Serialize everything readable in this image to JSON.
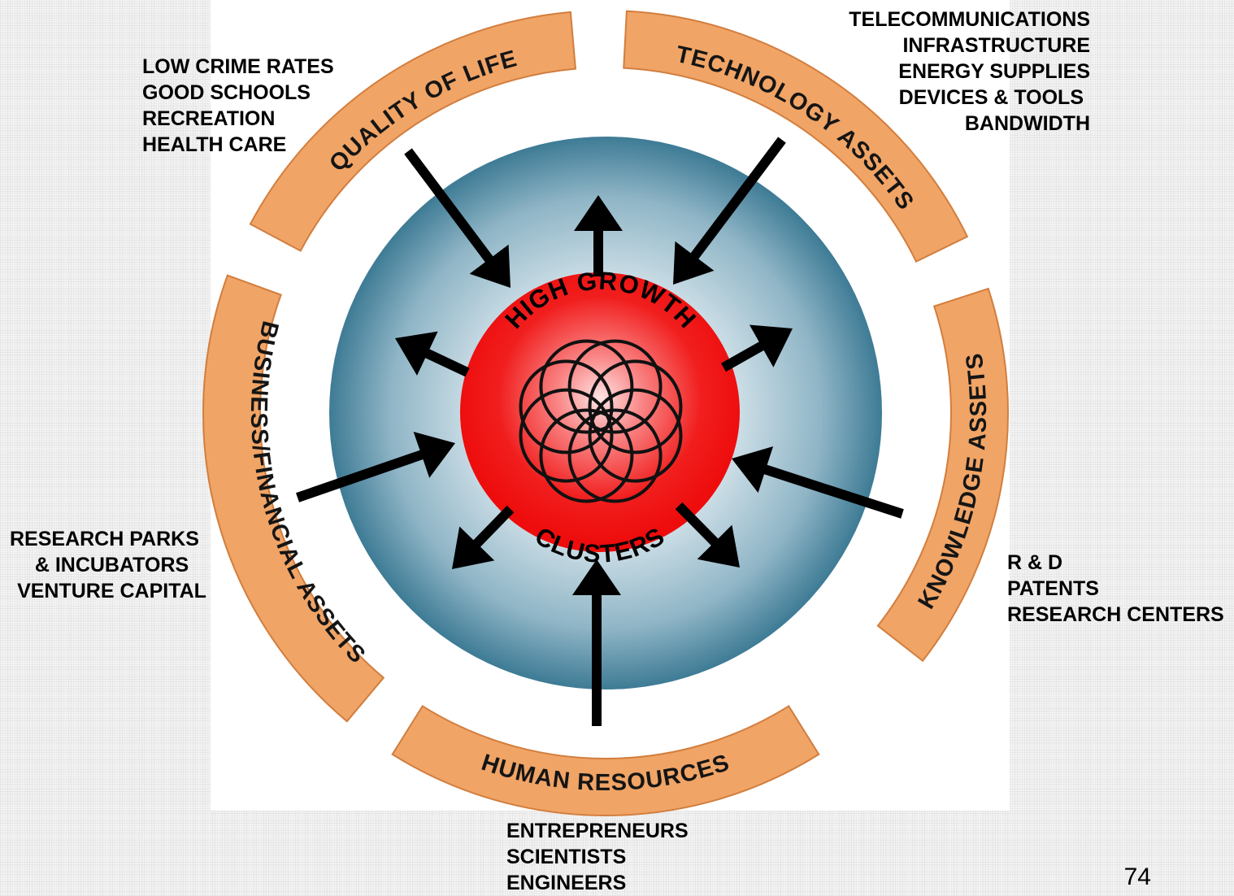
{
  "center": {
    "line1": "HIGH GROWTH",
    "line2": "CLUSTERS"
  },
  "segments": [
    {
      "name": "quality-of-life",
      "label": "QUALITY OF LIFE",
      "notes": [
        "LOW CRIME RATES",
        "GOOD SCHOOLS",
        "RECREATION",
        "HEALTH CARE"
      ]
    },
    {
      "name": "technology-assets",
      "label": "TECHNOLOGY ASSETS",
      "notes": [
        "TELECOMMUNICATIONS",
        "INFRASTRUCTURE",
        "ENERGY SUPPLIES",
        "DEVICES & TOOLS",
        "BANDWIDTH"
      ]
    },
    {
      "name": "knowledge-assets",
      "label": "KNOWLEDGE ASSETS",
      "notes": [
        "R & D",
        "PATENTS",
        "RESEARCH CENTERS"
      ]
    },
    {
      "name": "human-resources",
      "label": "HUMAN RESOURCES",
      "notes": [
        "ENTREPRENEURS",
        "SCIENTISTS",
        "ENGINEERS"
      ]
    },
    {
      "name": "business-financial-assets",
      "label": "BUSINESS/FINANCIAL ASSETS",
      "notes": [
        "RESEARCH PARKS",
        "& INCUBATORS",
        "VENTURE CAPITAL"
      ]
    }
  ],
  "page_number": "74",
  "colors": {
    "ring": "#f0a466",
    "sphere": "#8cb4c6",
    "core": "#ef1b1b",
    "arrows": "#000000",
    "text": "#000000"
  }
}
